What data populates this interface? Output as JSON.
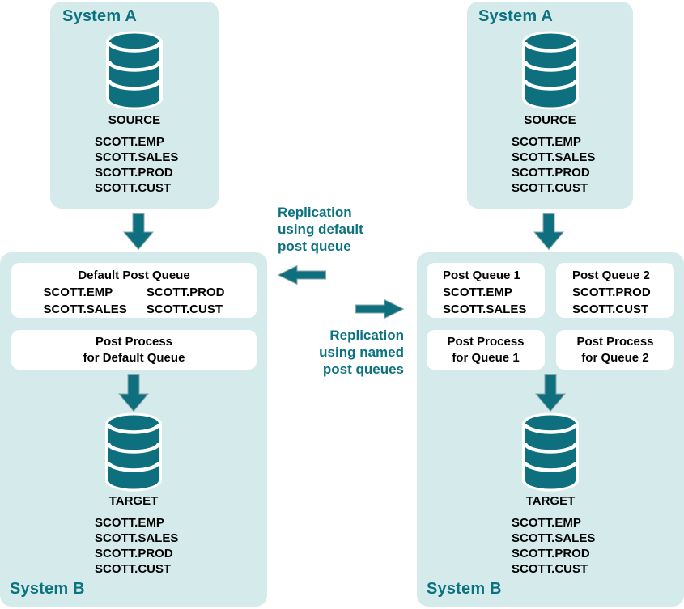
{
  "colors": {
    "teal_dark": "#0e6f7e",
    "teal_text": "#0b7280",
    "panel_bg": "#d5ebeb",
    "box_bg": "#ffffff",
    "body_text": "#000000"
  },
  "left_system_a": {
    "title": "System A",
    "db_label": "SOURCE",
    "tables": [
      "SCOTT.EMP",
      "SCOTT.SALES",
      "SCOTT.PROD",
      "SCOTT.CUST"
    ]
  },
  "left_system_b": {
    "title": "System B",
    "queue_box": {
      "title": "Default Post Queue",
      "col1": [
        "SCOTT.EMP",
        "SCOTT.SALES"
      ],
      "col2": [
        "SCOTT.PROD",
        "SCOTT.CUST"
      ]
    },
    "process_box": {
      "lines": [
        "Post Process",
        "for Default Queue"
      ]
    },
    "db_label": "TARGET",
    "tables": [
      "SCOTT.EMP",
      "SCOTT.SALES",
      "SCOTT.PROD",
      "SCOTT.CUST"
    ]
  },
  "middle": {
    "default_label": {
      "lines": [
        "Replication",
        "using default",
        "post queue"
      ]
    },
    "named_label": {
      "lines": [
        "Replication",
        "using named",
        "post queues"
      ]
    }
  },
  "right_system_a": {
    "title": "System A",
    "db_label": "SOURCE",
    "tables": [
      "SCOTT.EMP",
      "SCOTT.SALES",
      "SCOTT.PROD",
      "SCOTT.CUST"
    ]
  },
  "right_system_b": {
    "title": "System B",
    "queue1_box": {
      "title": "Post Queue 1",
      "tables": [
        "SCOTT.EMP",
        "SCOTT.SALES"
      ]
    },
    "queue2_box": {
      "title": "Post Queue 2",
      "tables": [
        "SCOTT.PROD",
        "SCOTT.CUST"
      ]
    },
    "process1_box": {
      "lines": [
        "Post Process",
        "for Queue 1"
      ]
    },
    "process2_box": {
      "lines": [
        "Post Process",
        "for Queue 2"
      ]
    },
    "db_label": "TARGET",
    "tables": [
      "SCOTT.EMP",
      "SCOTT.SALES",
      "SCOTT.PROD",
      "SCOTT.CUST"
    ]
  }
}
